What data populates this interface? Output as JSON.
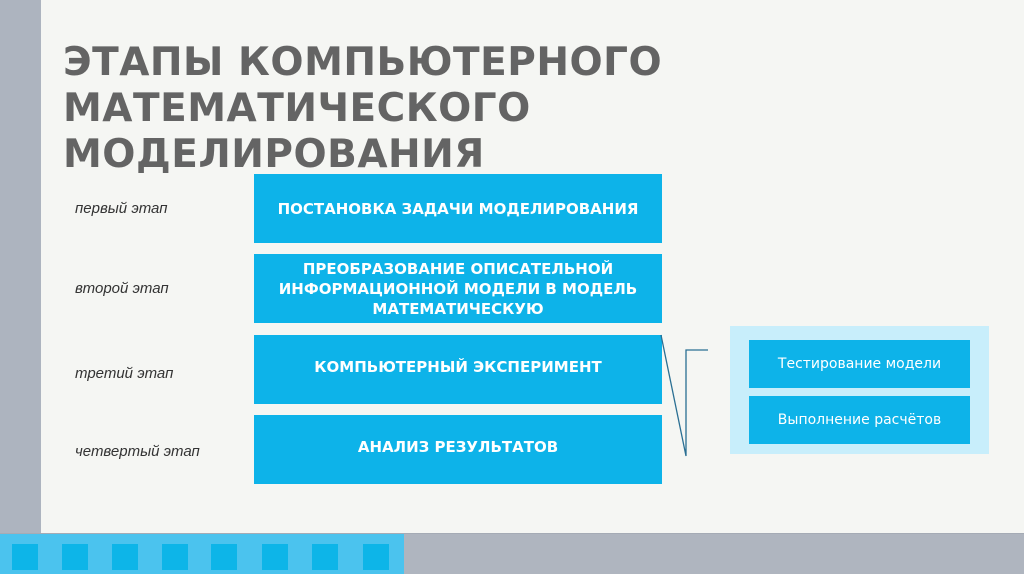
{
  "slide": {
    "title": "ЭТАПЫ КОМПЬЮТЕРНОГО МАТЕМАТИЧЕСКОГО МОДЕЛИРОВАНИЯ",
    "title_lines": [
      "ЭТАПЫ КОМПЬЮТЕРНОГО",
      "МАТЕМАТИЧЕСКОГО МОДЕЛИРОВАНИЯ"
    ]
  },
  "stages": [
    {
      "label": "первый этап",
      "text": "ПОСТАНОВКА ЗАДАЧИ МОДЕЛИРОВАНИЯ"
    },
    {
      "label": "второй этап",
      "text": "ПРЕОБРАЗОВАНИЕ ОПИСАТЕЛЬНОЙ ИНФОРМАЦИОННОЙ МОДЕЛИ В МОДЕЛЬ МАТЕМАТИЧЕСКУЮ"
    },
    {
      "label": "третий этап",
      "text": "КОМПЬЮТЕРНЫЙ ЭКСПЕРИМЕНТ"
    },
    {
      "label": "четвертый этап",
      "text": "АНАЛИЗ РЕЗУЛЬТАТОВ"
    }
  ],
  "experiment_substeps": [
    "Тестирование модели",
    "Выполнение расчётов"
  ],
  "colors": {
    "background": "#f5f6f3",
    "title": "#646464",
    "stage_box": "#0db3e9",
    "side_panel": "#c8eefb",
    "left_bar": "#adb4bf",
    "bottom_blue": "#4bc3ee",
    "bottom_square": "#0db5e8",
    "bottom_gray": "#afb5bf",
    "connector_line": "#2a6f93"
  },
  "decor": {
    "bottom_square_count": 8
  }
}
